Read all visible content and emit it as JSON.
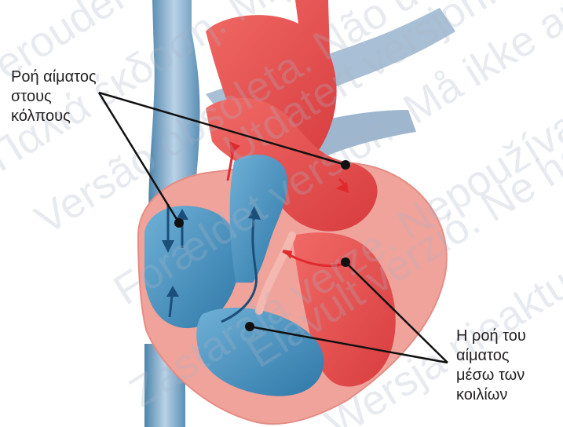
{
  "labels": {
    "atria_flow": [
      "Ροή αίματος",
      "στους",
      "κόλπους"
    ],
    "ventricle_flow": [
      "Η ροή του",
      "αίματος",
      "μέσω των",
      "κοιλίων"
    ]
  },
  "watermark_texts": [
    "Versão obsoleta. Não utilize.",
    "Forældet version. Må ikke anvendes.",
    "Zastaralá verze. Nepoužívat.",
    "Utdatert versjon. Skal ikke brukes.",
    "Elavult verzió. Ne használja!",
    "Wersja nieaktualna. Nie używać.",
    "Παλιά έκδοση. Μην την χρησιμοποιείτε.",
    "Verouderde versie. Niet gebruiken."
  ],
  "colors": {
    "oxygenated": "#e8504f",
    "deoxygenated": "#3d8ab5",
    "muscle": "#f0a39a",
    "line": "#111111"
  }
}
